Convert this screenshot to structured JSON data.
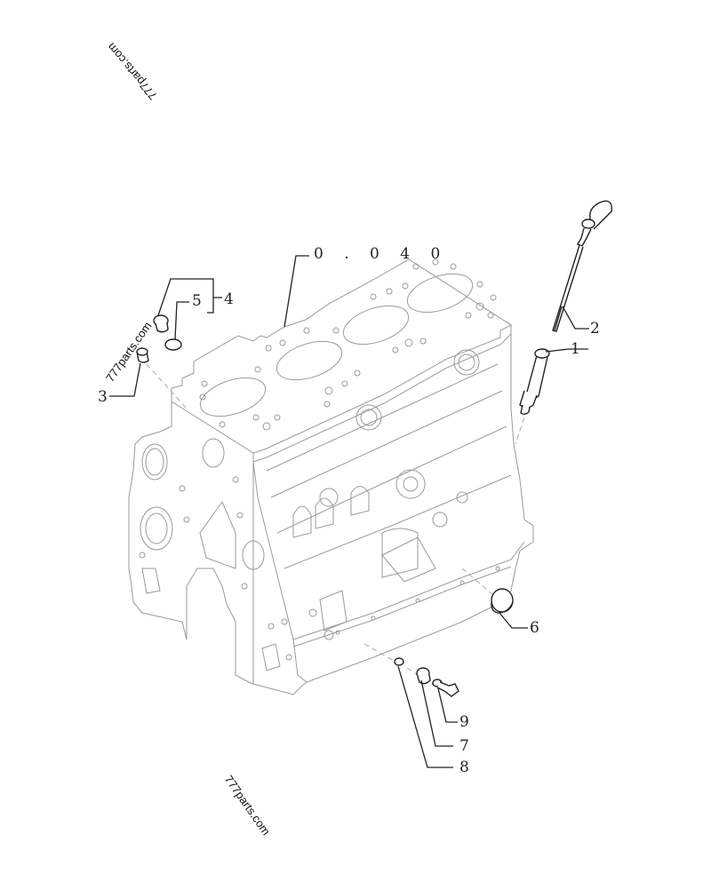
{
  "diagram": {
    "type": "exploded parts diagram",
    "subject": "engine cylinder block",
    "assembly_reference": "0 . 0 4 0",
    "callouts": [
      {
        "id": "1",
        "label": "1",
        "part": "dipstick tube"
      },
      {
        "id": "2",
        "label": "2",
        "part": "oil dipstick"
      },
      {
        "id": "3",
        "label": "3",
        "part": "dowel / bushing"
      },
      {
        "id": "4",
        "label": "4",
        "part": "plug assembly (bracket 4 groups plug + seal)"
      },
      {
        "id": "5",
        "label": "5",
        "part": "sealing ring"
      },
      {
        "id": "6",
        "label": "6",
        "part": "expansion cap"
      },
      {
        "id": "7",
        "label": "7",
        "part": "plug"
      },
      {
        "id": "8",
        "label": "8",
        "part": "o-ring"
      },
      {
        "id": "9",
        "label": "9",
        "part": "fitting / sensor"
      }
    ]
  },
  "watermarks": {
    "top": "777parts.com",
    "left": "777parts.com",
    "bottom": "777parts.com"
  },
  "colors": {
    "line": "#222222",
    "faint_line": "#9a9a9a",
    "background": "#ffffff"
  }
}
